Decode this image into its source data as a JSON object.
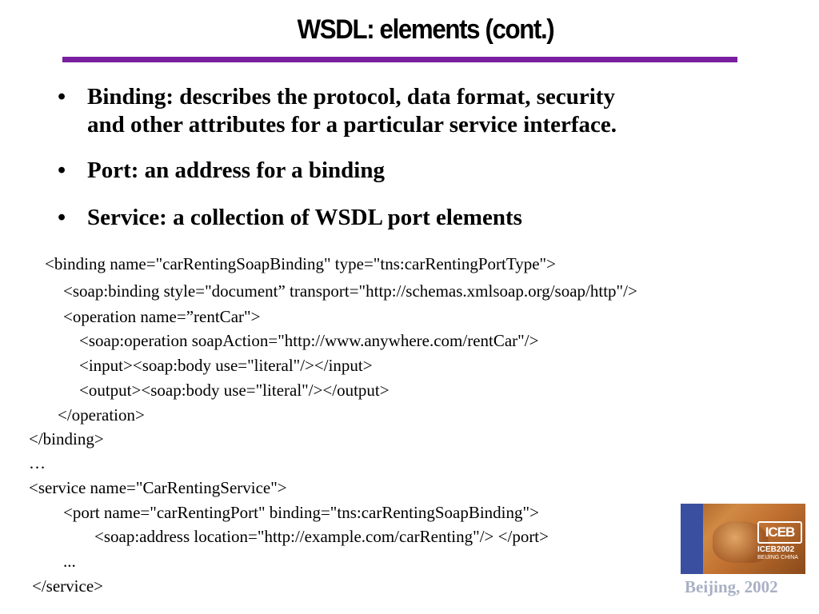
{
  "slide": {
    "title": "WSDL:  elements (cont.)",
    "bullet_glyph": "•",
    "bullets": [
      {
        "line1": "Binding: describes the protocol, data format, security",
        "line2": "and other attributes for a particular service interface."
      },
      {
        "line1": "Port: an address for a binding"
      },
      {
        "line1": "Service: a collection of WSDL port elements"
      }
    ],
    "code_lines": [
      "<binding name=\"carRentingSoapBinding\" type=\"tns:carRentingPortType\">",
      "<soap:binding style=\"document” transport=\"http://schemas.xmlsoap.org/soap/http\"/>",
      "<operation name=”rentCar\">",
      "<soap:operation soapAction=\"http://www.anywhere.com/rentCar\"/>",
      "<input><soap:body use=\"literal\"/></input>",
      "<output><soap:body use=\"literal\"/></output>",
      "</operation>",
      "</binding>",
      "…",
      "<service name=\"CarRentingService\">",
      "<port name=\"carRentingPort\" binding=\"tns:carRentingSoapBinding\">",
      "<soap:address location=\"http://example.com/carRenting\"/> </port>",
      "...",
      "</service>"
    ],
    "logo": {
      "mark": "ICEB",
      "line1": "ICEB2002",
      "line2": "BEIJING CHINA"
    },
    "footer": "Beijing, 2002",
    "colors": {
      "rule": "#7a1fa0",
      "footer": "#a9b0c4"
    }
  }
}
